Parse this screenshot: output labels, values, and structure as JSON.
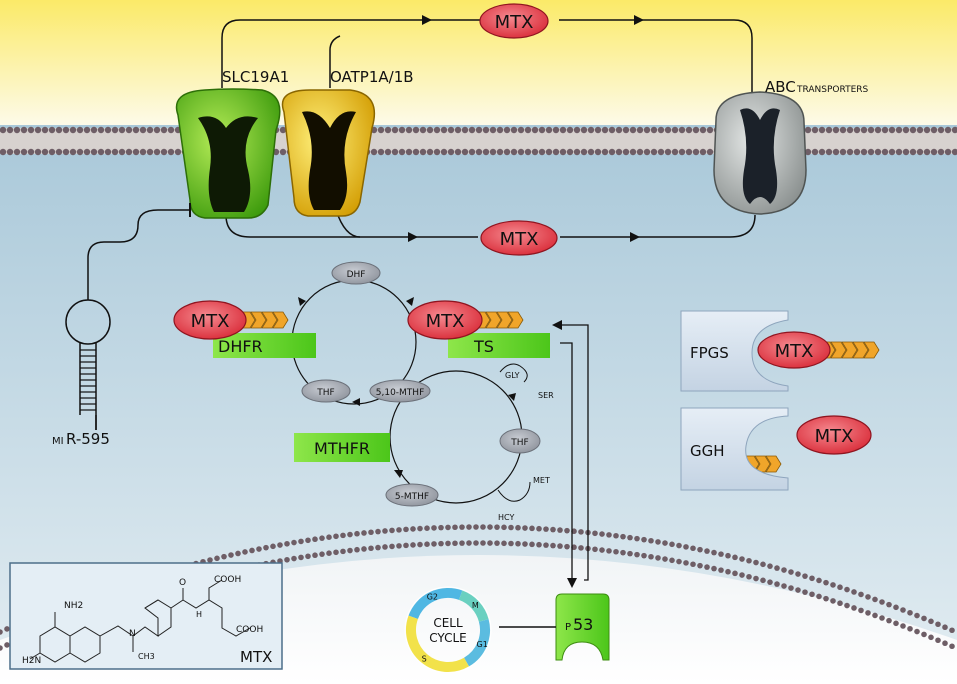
{
  "drug": "MTX",
  "transporters": {
    "slc19a1": "SLC19A1",
    "oatp": "OATP1A/1B",
    "abc_main": "ABC",
    "abc_sub": "TRANSPORTERS"
  },
  "mirna": {
    "prefix": "MI",
    "name": "R-595"
  },
  "enzymes": {
    "dhfr": "DHFR",
    "ts": "TS",
    "mthfr": "MTHFR",
    "fpgs": "FPGS",
    "ggh": "GGH"
  },
  "metabolites": {
    "dhf": "DHF",
    "thf_left": "THF",
    "methylene_thf": "5,10-MTHF",
    "methyl_thf": "5-MTHF",
    "thf_right": "THF",
    "gly": "GLY",
    "ser": "SER",
    "met": "MET",
    "hcy": "HCY"
  },
  "p53": {
    "prefix": "P",
    "number": "53"
  },
  "cell_cycle": {
    "line1": "CELL",
    "line2": "CYCLE",
    "phases": [
      "G2",
      "M",
      "G1",
      "S"
    ]
  },
  "structure": {
    "nh2_top": "NH2",
    "nh2_left": "H2N",
    "cooh_top": "COOH",
    "cooh_bottom": "COOH",
    "methyl": "CH3",
    "amide_o": "O",
    "amide_h": "H",
    "amine_n": "N",
    "label": "MTX"
  },
  "colors": {
    "extracellular": "#fbf3a6",
    "cytoplasm": "#cfe1ea",
    "membrane_head": "#6e5e66",
    "drug_red": "#e8434f",
    "enzyme_green": "#6ad62a",
    "slc_green": "#62c21c",
    "oatp_yellow": "#f2c400",
    "abc_gray": "#9ea3a2",
    "polyglu_orange": "#f0a52a"
  }
}
